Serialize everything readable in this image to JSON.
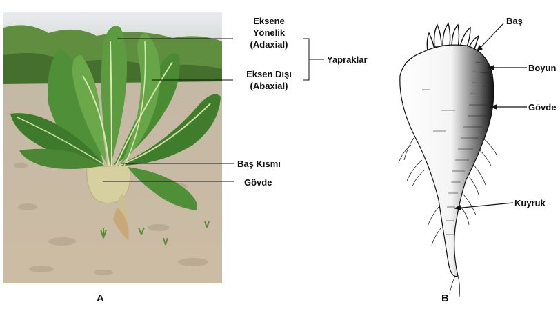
{
  "panel_a": {
    "letter": "A",
    "labels": {
      "adaxial_l1": "Eksene",
      "adaxial_l2": "Yönelik",
      "adaxial_l3": "(Adaxial)",
      "abaxial_l1": "Eksen Dışı",
      "abaxial_l2": "(Abaxial)",
      "leaves_group": "Yapraklar",
      "head_part": "Baş Kısmı",
      "body": "Gövde"
    }
  },
  "panel_b": {
    "letter": "B",
    "labels": {
      "head": "Baş",
      "neck": "Boyun",
      "body": "Gövde",
      "tail": "Kuyruk"
    }
  },
  "colors": {
    "soil": "#c9b9a1",
    "leaf": "#4c8c35",
    "leaf_dark": "#2f5f22",
    "beet_body": "#d7d2a8",
    "line": "#111111"
  }
}
